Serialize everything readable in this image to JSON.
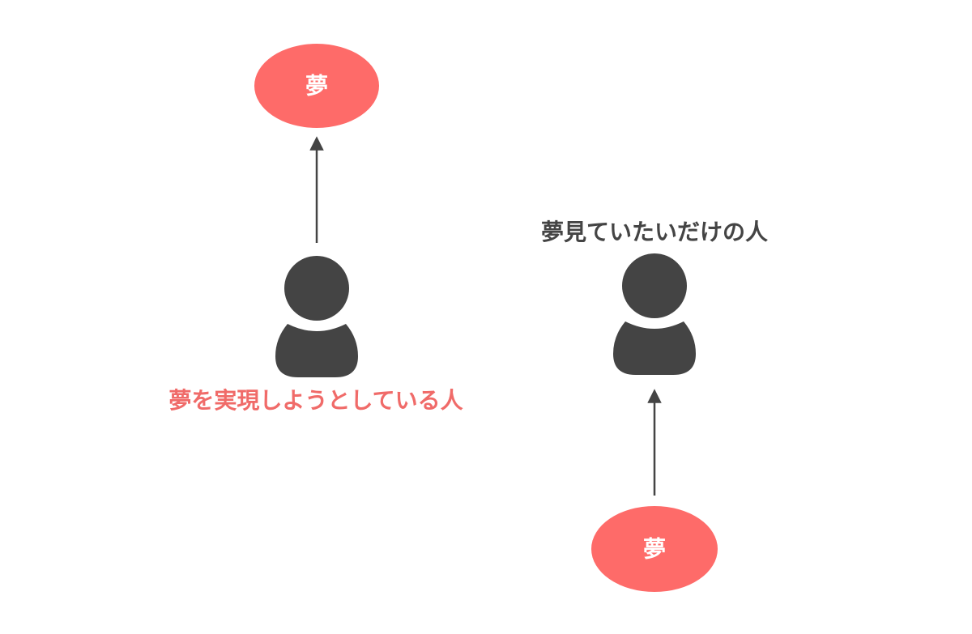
{
  "colors": {
    "dream_fill": "#fe6b69",
    "person_fill": "#444444",
    "arrow_stroke": "#444444",
    "caption_left_color": "#f06b69",
    "caption_right_color": "#444444"
  },
  "left_group": {
    "dream_label": "夢",
    "caption": "夢を実現しようとしている人"
  },
  "right_group": {
    "dream_label": "夢",
    "caption": "夢見ていたいだけの人"
  },
  "icons": {
    "person": "person-icon",
    "arrow": "arrow-up-icon"
  }
}
